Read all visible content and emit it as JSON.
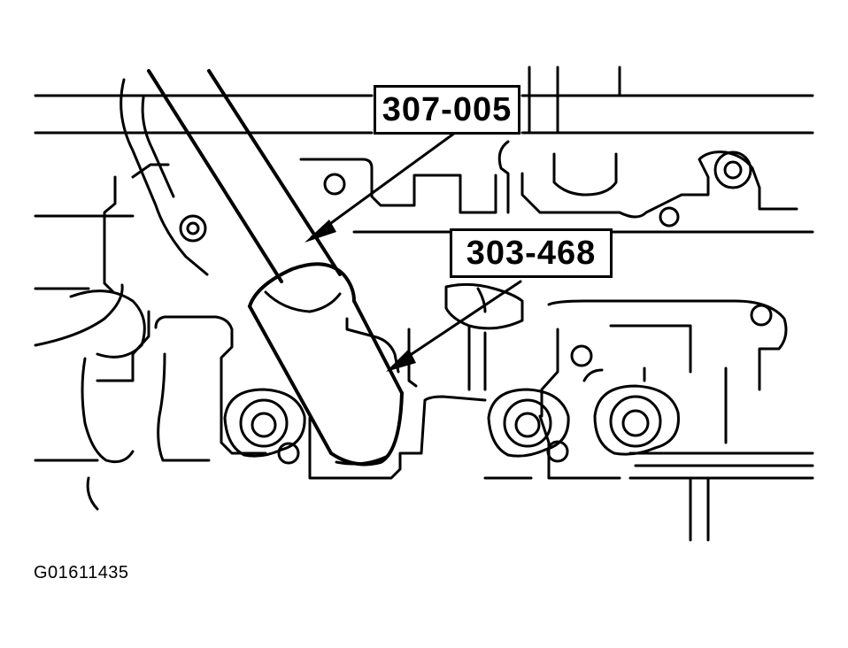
{
  "callouts": [
    {
      "label": "307-005"
    },
    {
      "label": "303-468"
    }
  ],
  "figure_id": "G01611435",
  "colors": {
    "line": "#000000",
    "background": "#ffffff"
  }
}
